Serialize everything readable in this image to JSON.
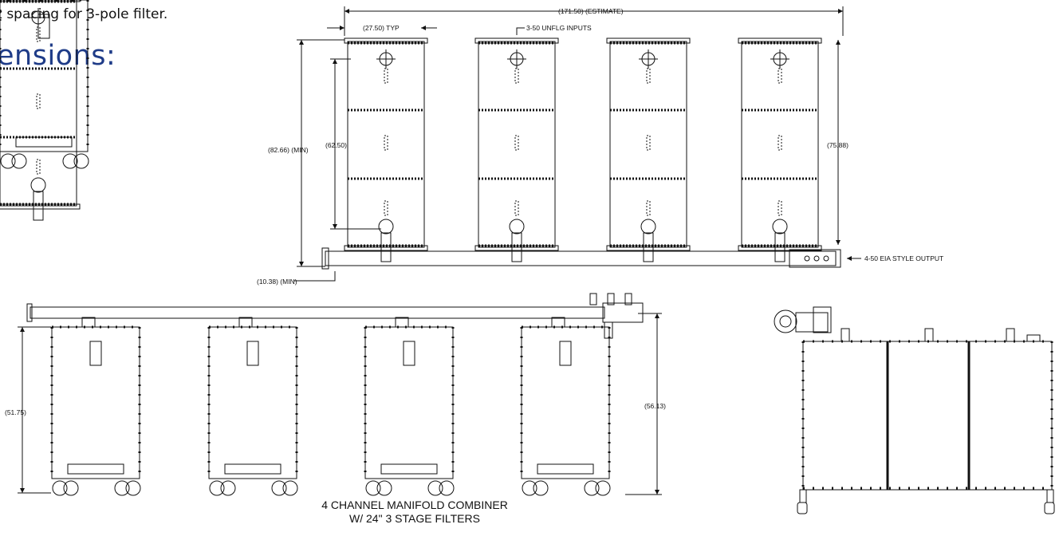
{
  "intro_text": "z spacing for 3-pole filter.",
  "heading": "ensions:",
  "top_view": {
    "overall_width": "(171.50) (ESTIMATE)",
    "typ_spacing": "(27.50) TYP",
    "inputs_label": "3-50 UNFLG INPUTS",
    "overall_height": "(82.66) (MIN)",
    "filter_height": "(62.50)",
    "right_height": "(75.88)",
    "output_label": "4-50 EIA STYLE OUTPUT",
    "bottom_offset": "(10.38) (MIN)"
  },
  "front_view": {
    "left_height": "(51.75)",
    "right_height": "(56.13)"
  },
  "caption": {
    "line1": "4 CHANNEL MANIFOLD COMBINER",
    "line2": "W/ 24\" 3 STAGE FILTERS"
  }
}
